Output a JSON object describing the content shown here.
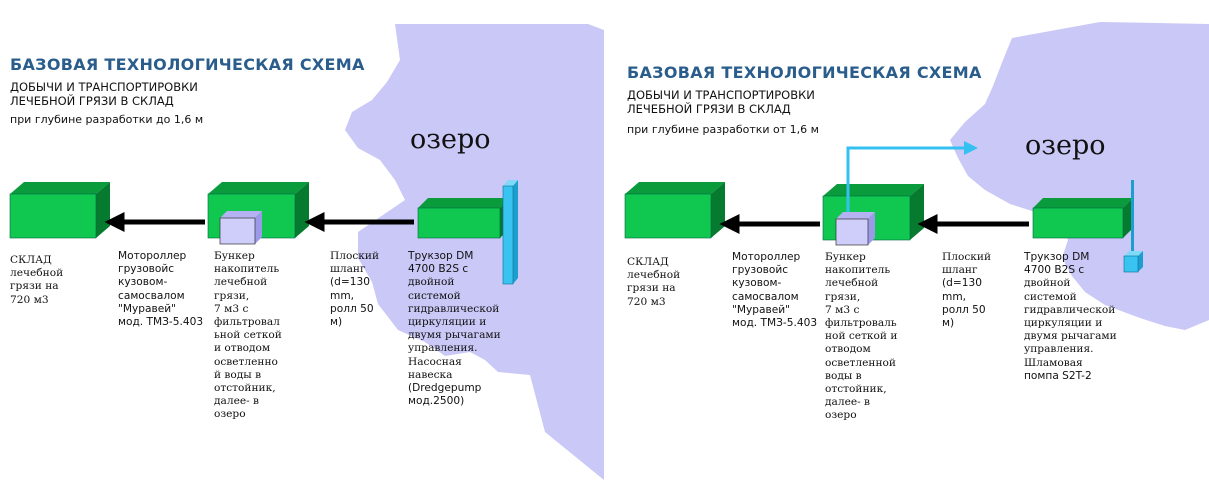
{
  "colors": {
    "lake": "#c9c8f7",
    "box_green": "#10c850",
    "bunker": "#cfcdfa",
    "dredger_post": "#39c3f0",
    "arrow_black": "#000000",
    "arrow_blue": "#35c0f2",
    "title": "#2a5d8c"
  },
  "left": {
    "title": "БАЗОВАЯ ТЕХНОЛОГИЧЕСКАЯ СХЕМА",
    "subtitle_lines": [
      "ДОБЫЧИ И ТРАНСПОРТИРОВКИ",
      "ЛЕЧЕБНОЙ ГРЯЗИ В СКЛАД"
    ],
    "depth": "при глубине разработки до 1,6 м",
    "lake_label": "озеро",
    "labels": {
      "warehouse": [
        "СКЛАД",
        "лечебной",
        "грязи на",
        "720 м3"
      ],
      "scooter": [
        "Мотороллер",
        "грузовойс",
        "кузовом-",
        "самосвалом",
        "\"Муравей\"",
        "мод. ТМЗ-5.403"
      ],
      "bunker": [
        "Бункер",
        "накопитель",
        "лечебной",
        "грязи,",
        "7 м3 с",
        "фильтровал",
        "ьной сеткой",
        "и отводом",
        "осветленно",
        "й воды в",
        "отстойник,",
        "далее- в",
        "озеро"
      ],
      "hose": [
        "Плоский",
        "шланг",
        "(d=130",
        "mm,",
        "ролл 50",
        "м)"
      ],
      "dredger": [
        "Трукзор DM",
        "4700 B2S с",
        "двойной",
        "системой",
        "гидравлической",
        "циркуляции и",
        "двумя рычагами",
        "управления.",
        "Насосная",
        "навеска",
        "(Dredgepump",
        "мод.2500)"
      ]
    }
  },
  "right": {
    "title": "БАЗОВАЯ ТЕХНОЛОГИЧЕСКАЯ СХЕМА",
    "subtitle_lines": [
      "ДОБЫЧИ И ТРАНСПОРТИРОВКИ",
      "ЛЕЧЕБНОЙ ГРЯЗИ В СКЛАД"
    ],
    "depth": "при глубине разработки от 1,6 м",
    "lake_label": "озеро",
    "labels": {
      "warehouse": [
        "СКЛАД",
        "лечебной",
        "грязи на",
        "720 м3"
      ],
      "scooter": [
        "Мотороллер",
        "грузовойс",
        "кузовом-",
        "самосвалом",
        "\"Муравей\"",
        "мод. ТМЗ-5.403"
      ],
      "bunker": [
        "Бункер",
        "накопитель",
        "лечебной",
        "грязи,",
        "7 м3 с",
        "фильтроваль",
        "ной сеткой и",
        "отводом",
        "осветленной",
        "воды в",
        "отстойник,",
        "далее- в",
        "озеро"
      ],
      "hose": [
        "Плоский",
        "шланг",
        "(d=130",
        "mm,",
        "ролл 50",
        "м)"
      ],
      "dredger": [
        "Трукзор DM",
        "4700 B2S с",
        "двойной",
        "системой",
        "гидравлической",
        "циркуляции и",
        "двумя рычагами",
        "управления.",
        "Шламовая",
        "помпа S2T-2"
      ]
    }
  }
}
